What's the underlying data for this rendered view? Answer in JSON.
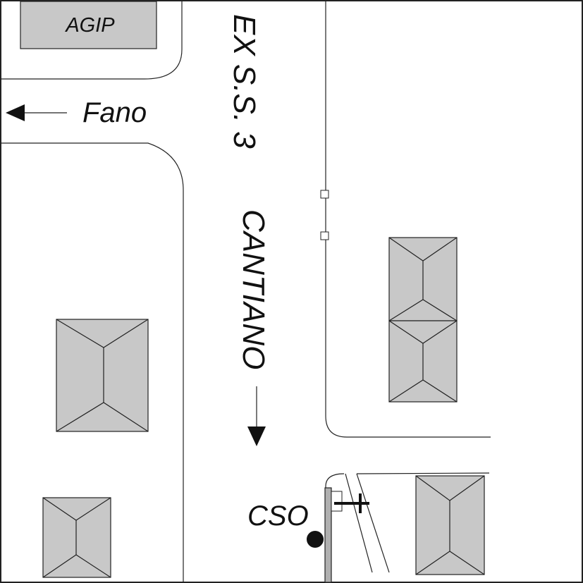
{
  "labels": {
    "station": "AGIP",
    "direction": "Fano",
    "road_line1": "EX S.S. 3",
    "road_line2": "CANTIANO",
    "marker": "CSO"
  },
  "colors": {
    "building_fill": "#c8c8c8",
    "line": "#222222",
    "background": "#ffffff",
    "marker": "#111111"
  },
  "icons": {
    "direction_arrow": "arrow-left",
    "road_arrow": "arrow-down",
    "cso_marker": "filled-circle",
    "pipe_symbol": "cross"
  }
}
